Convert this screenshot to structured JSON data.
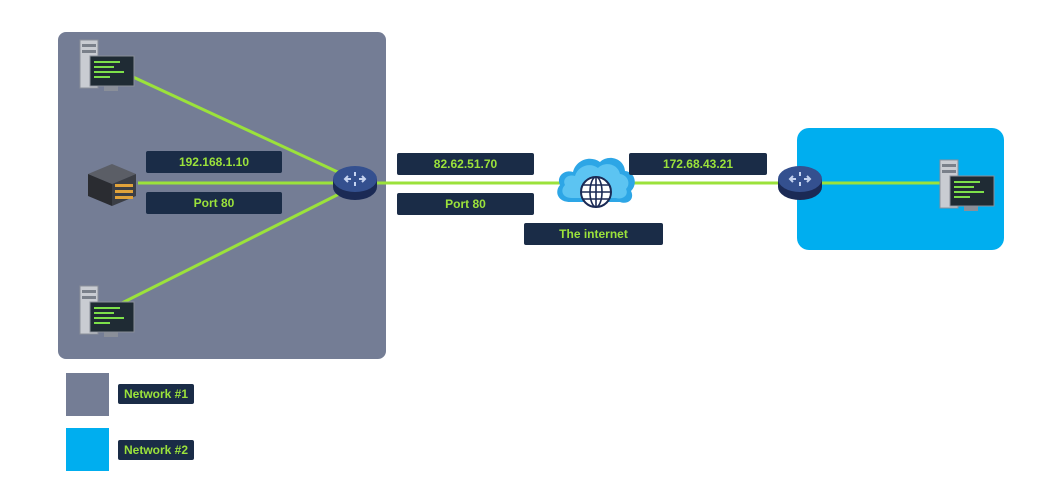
{
  "colors": {
    "network1": "#747d95",
    "network2": "#00aeef",
    "link": "#9be23b",
    "label_bg": "#1a2c47",
    "label_text": "#9be23b"
  },
  "network1": {
    "label_ip": "192.168.1.10",
    "label_port": "Port 80"
  },
  "wan": {
    "label_ip": "82.62.51.70",
    "label_port": "Port 80"
  },
  "internet": {
    "label": "The internet",
    "icon": "cloud-globe-icon"
  },
  "network2": {
    "label_ip": "172.68.43.21"
  },
  "legend": {
    "items": [
      {
        "label": "Network #1",
        "color": "#747d95"
      },
      {
        "label": "Network #2",
        "color": "#00aeef"
      }
    ]
  }
}
